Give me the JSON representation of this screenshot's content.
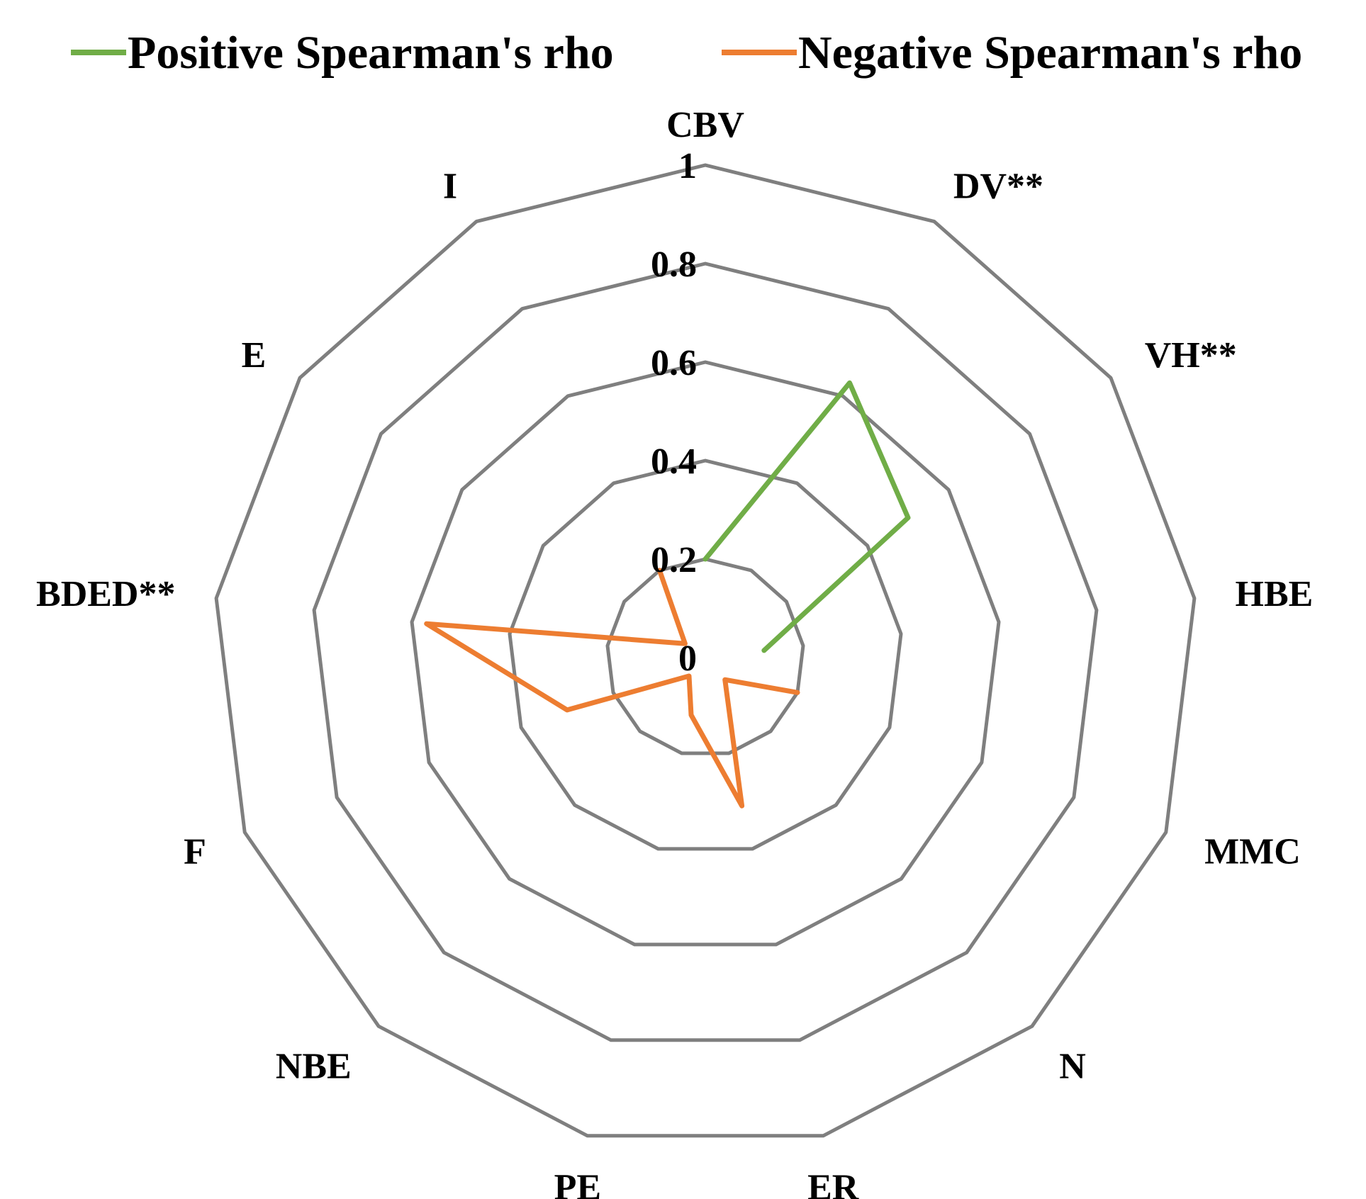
{
  "chart_data": {
    "type": "radar",
    "title": "",
    "categories": [
      "CBV",
      "DV**",
      "VH**",
      "HBE",
      "MMC",
      "N",
      "ER",
      "PE",
      "NBE",
      "F",
      "BDED**",
      "E",
      "I"
    ],
    "rlim": [
      0,
      1
    ],
    "ticks": [
      0,
      0.2,
      0.4,
      0.6,
      0.8,
      1
    ],
    "tick_labels": [
      "0",
      "0.2",
      "0.4",
      "0.6",
      "0.8",
      "1"
    ],
    "grid": true,
    "legend_position": "top",
    "series": [
      {
        "name": "Positive Spearman's rho",
        "color": "#70ad47",
        "values": [
          0.2,
          0.63,
          0.5,
          0.12,
          null,
          null,
          null,
          null,
          null,
          null,
          null,
          null,
          null
        ]
      },
      {
        "name": "Negative Spearman's rho",
        "color": "#ed7d31",
        "values": [
          null,
          null,
          null,
          null,
          0.2,
          0.06,
          0.31,
          0.12,
          0.05,
          0.3,
          0.57,
          0.05,
          0.2
        ]
      }
    ]
  }
}
